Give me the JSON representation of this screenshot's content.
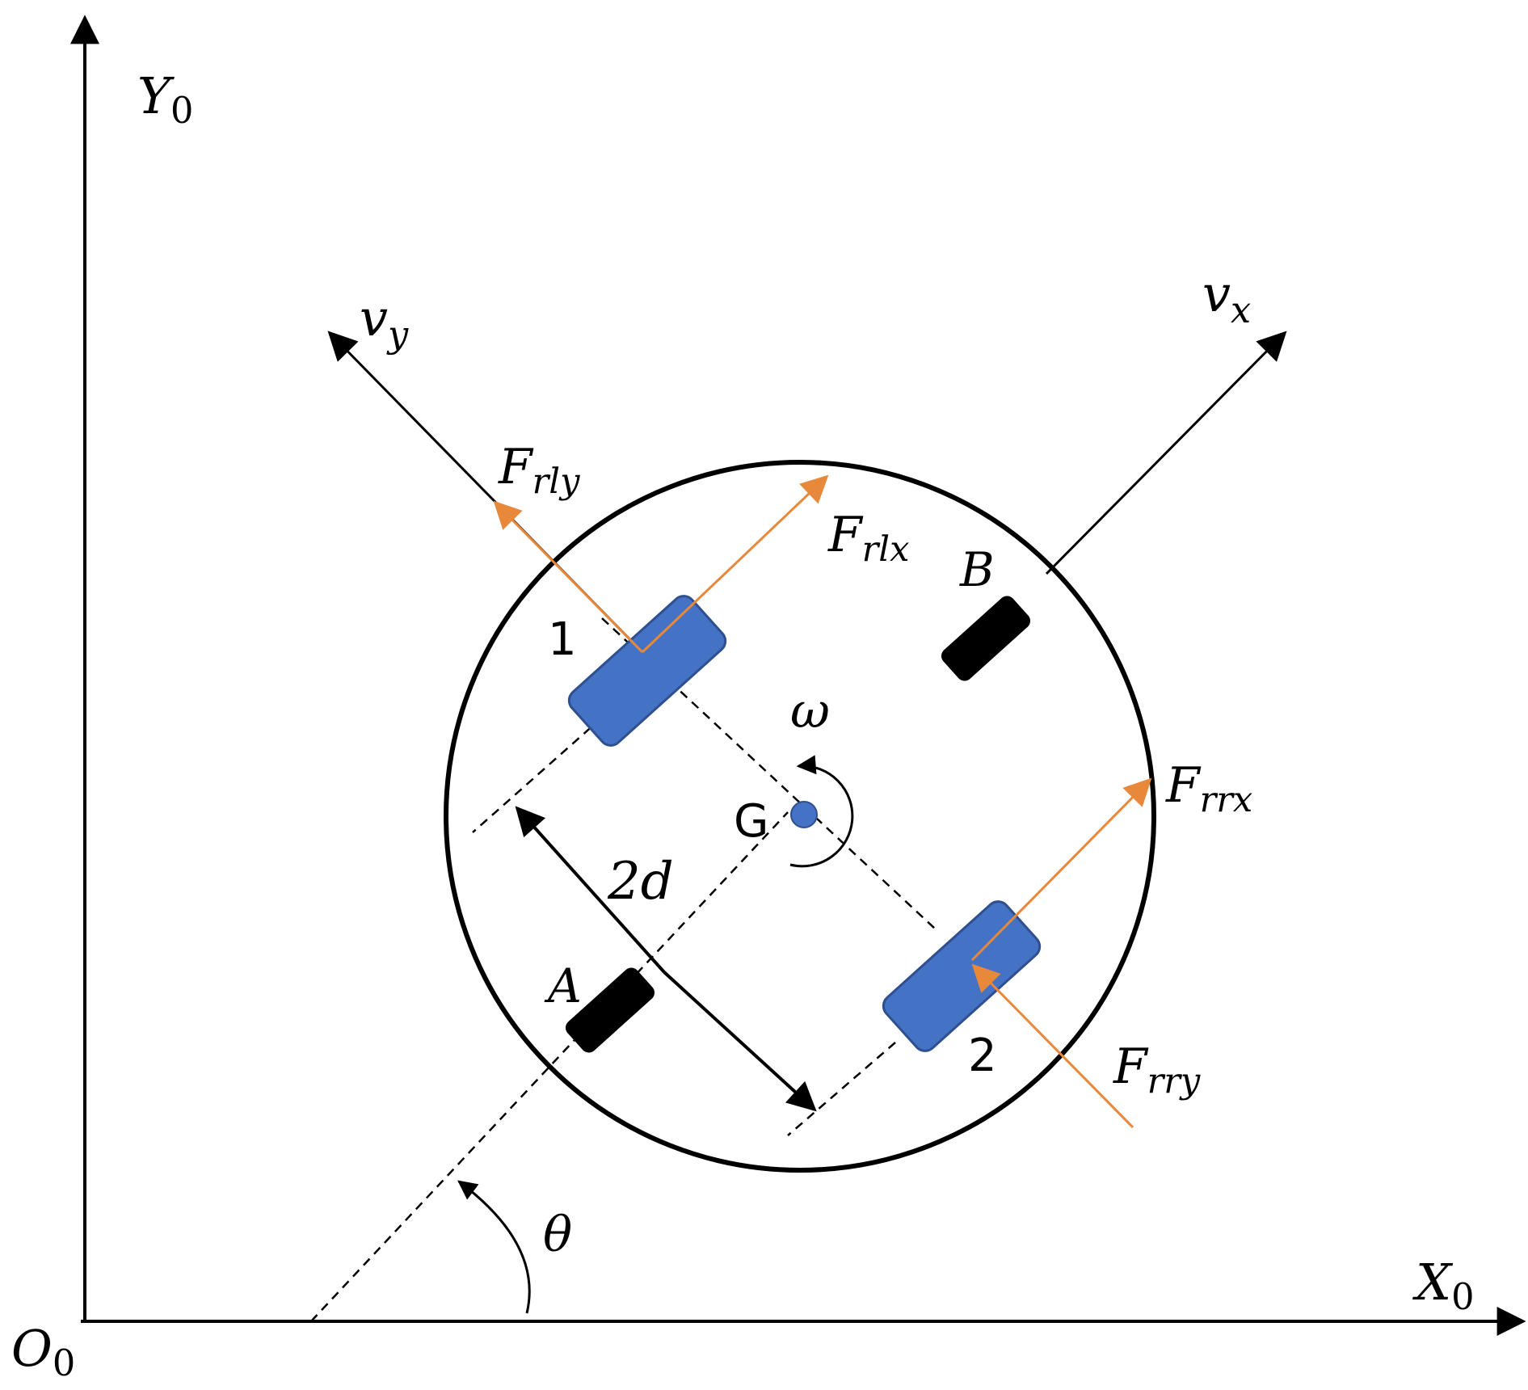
{
  "colors": {
    "ink": "#000000",
    "force": "#e8883a",
    "wheel": "#4472c4",
    "wheel_border": "#2f4f8f",
    "caster": "#000000",
    "center": "#4472c4",
    "background": "#ffffff"
  },
  "axes": {
    "y_label": "Y",
    "y_sub": "0",
    "x_label": "X",
    "x_sub": "0",
    "origin_label": "O",
    "origin_sub": "0"
  },
  "velocities": {
    "vy_label": "v",
    "vy_sub": "y",
    "vx_label": "v",
    "vx_sub": "x"
  },
  "forces": {
    "frly_label": "F",
    "frly_sub": "rly",
    "frlx_label": "F",
    "frlx_sub": "rlx",
    "frrx_label": "F",
    "frrx_sub": "rrx",
    "frry_label": "F",
    "frry_sub": "rry"
  },
  "points": {
    "caster_b": "B",
    "caster_a": "A",
    "center": "G",
    "wheel_1": "1",
    "wheel_2": "2"
  },
  "quantities": {
    "omega": "ω",
    "theta": "θ",
    "track_width": "2d"
  }
}
